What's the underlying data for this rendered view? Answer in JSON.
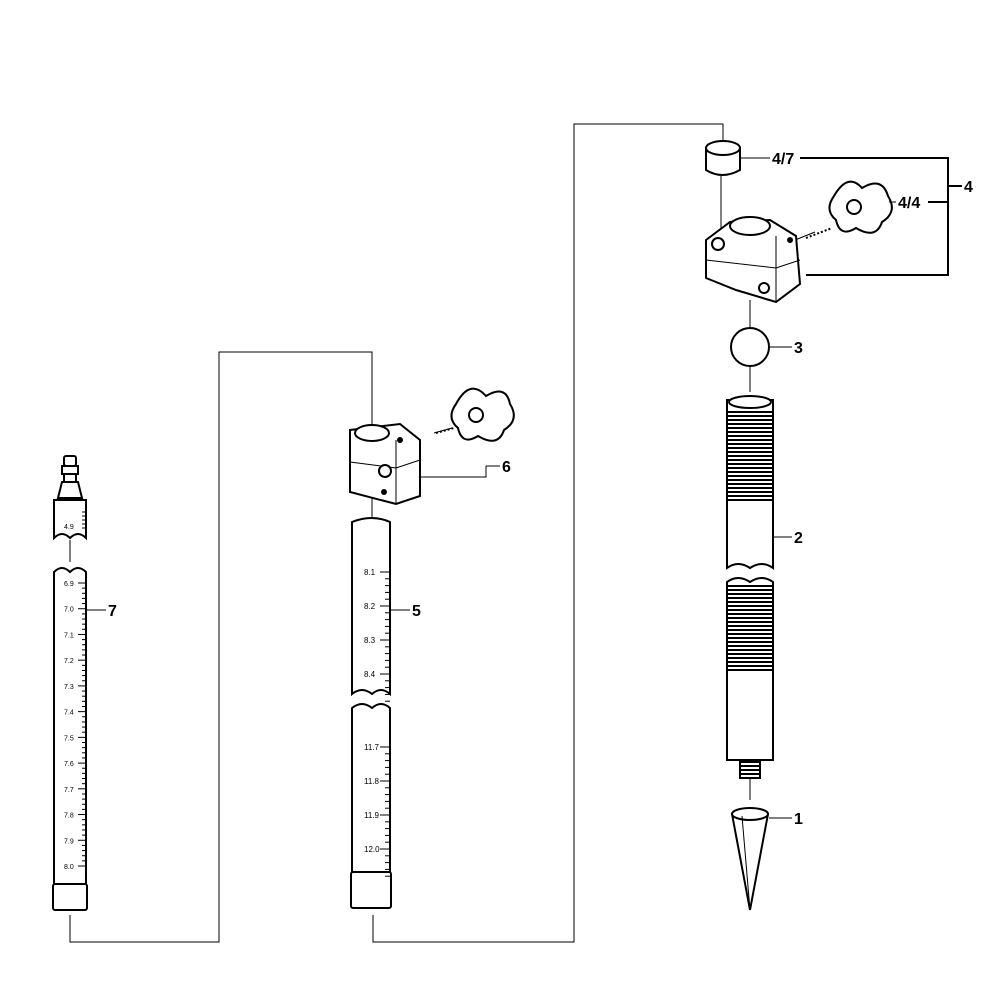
{
  "callouts": {
    "c1": "1",
    "c2": "2",
    "c3": "3",
    "c4": "4",
    "c4_4": "4/4",
    "c4_7": "4/7",
    "c5": "5",
    "c6": "6",
    "c7": "7"
  },
  "scales": {
    "rod7_top": [
      "4.9"
    ],
    "rod7": [
      "6.9",
      "7.0",
      "7.1",
      "7.2",
      "7.3",
      "7.4",
      "7.5",
      "7.6",
      "7.7",
      "7.8",
      "7.9",
      "8.0"
    ],
    "rod5_upper": [
      "8.1",
      "8.2",
      "8.3",
      "8.4"
    ],
    "rod5_lower": [
      "11.7",
      "11.8",
      "11.9",
      "12.0"
    ]
  }
}
